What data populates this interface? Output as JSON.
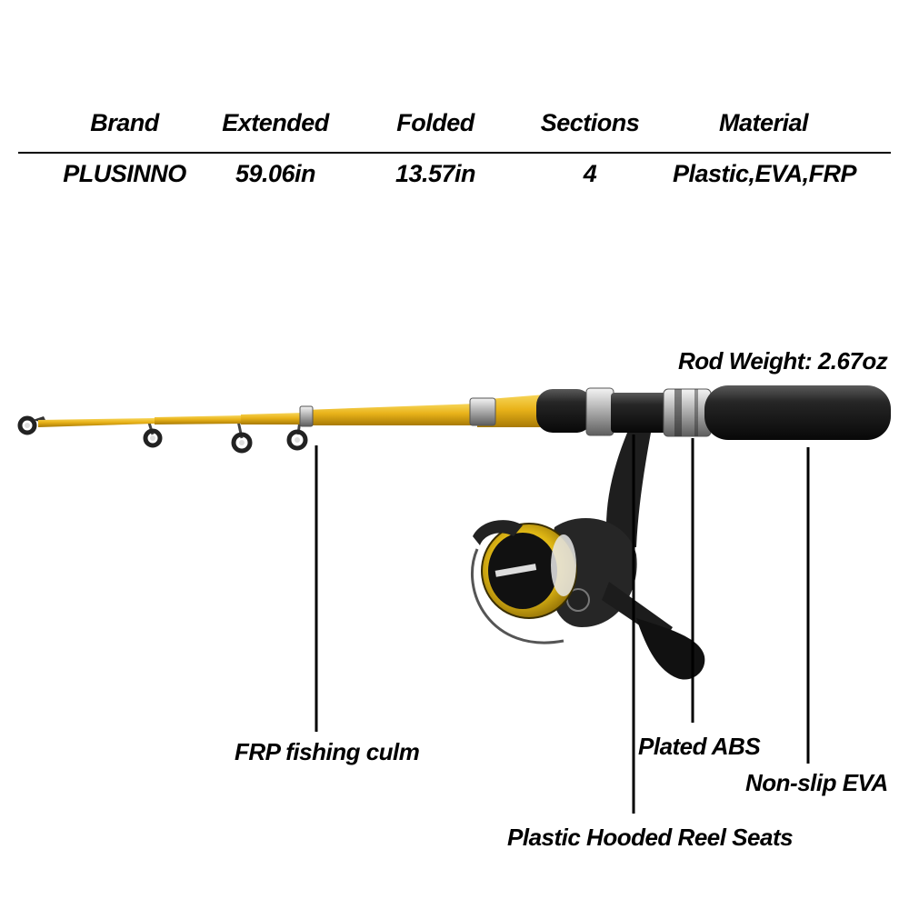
{
  "spec_table": {
    "headers": [
      "Brand",
      "Extended",
      "Folded",
      "Sections",
      "Material"
    ],
    "values": [
      "PLUSINNO",
      "59.06in",
      "13.57in",
      "4",
      "Plastic,EVA,FRP"
    ]
  },
  "labels": {
    "rod_weight": "Rod Weight: 2.67oz",
    "frp_culm": "FRP fishing culm",
    "plated_abs": "Plated ABS",
    "non_slip_eva": "Non-slip EVA",
    "reel_seats": "Plastic Hooded Reel Seats"
  },
  "colors": {
    "rod_yellow": "#e9b31a",
    "rod_yellow_dark": "#b88807",
    "grip_black": "#1b1b1b",
    "metal_silver": "#c9c9c9",
    "reel_gold": "#e6c21e"
  }
}
